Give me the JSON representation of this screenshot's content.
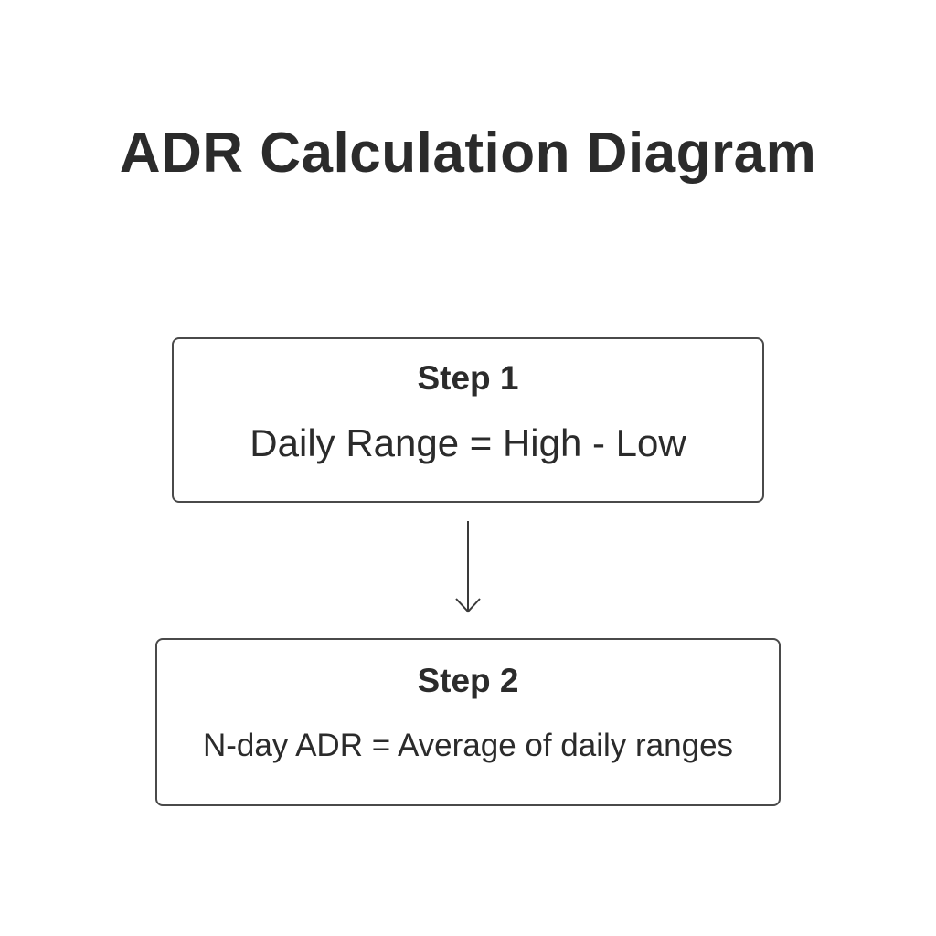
{
  "title": "ADR Calculation Diagram",
  "steps": [
    {
      "heading": "Step 1",
      "formula": "Daily Range = High - Low"
    },
    {
      "heading": "Step 2",
      "formula": "N-day ADR = Average of daily ranges"
    }
  ],
  "colors": {
    "text": "#2b2b2b",
    "border": "#4a4a4a",
    "background": "#ffffff"
  },
  "icons": {
    "connector": "arrow-down-icon"
  }
}
